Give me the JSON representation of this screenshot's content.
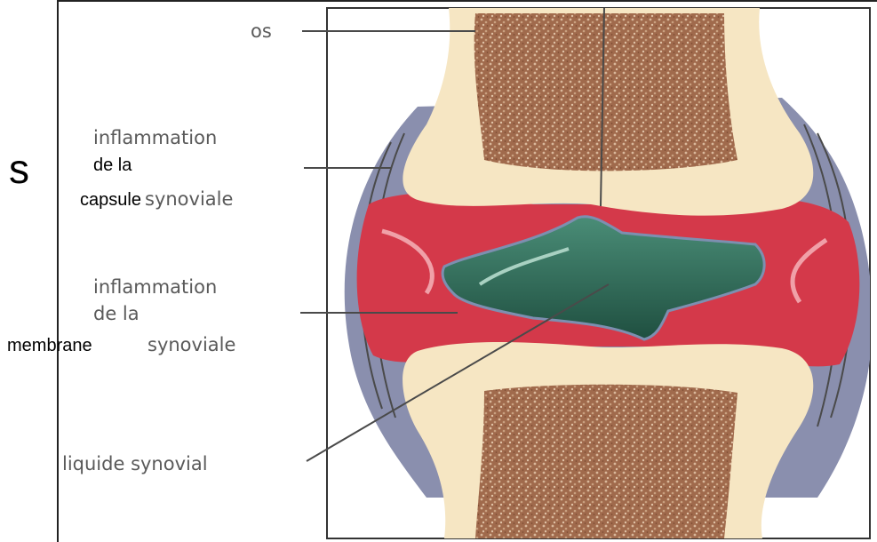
{
  "diagram": {
    "cropped_left_char": "s",
    "labels": {
      "os": "os",
      "inflammation_1": "inflammation",
      "de_la_1": "de la",
      "capsule": "capsule",
      "synoviale_1": "synoviale",
      "inflammation_2": "inflammation",
      "de_la_2": "de la",
      "membrane": "membrane",
      "synoviale_2": "synoviale",
      "liquide_synovial": "liquide synovial"
    }
  },
  "colors": {
    "bone": "#f6e6c3",
    "marrow": "#a36f50",
    "inflamed": "#d4394a",
    "fluid": "#2d6a56",
    "capsule": "#7a7f9e"
  }
}
